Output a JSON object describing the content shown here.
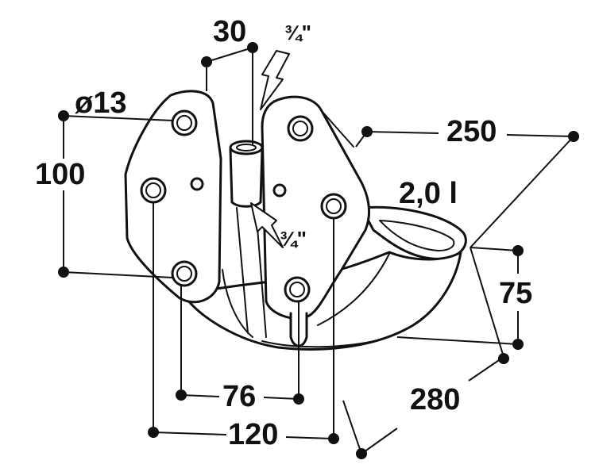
{
  "diagram": {
    "dimensions": {
      "pipe_width": "30",
      "inlet_top": "¾\"",
      "inlet_side": "¾\"",
      "hole_diameter": "ø13",
      "hole_spacing_vertical": "100",
      "width": "250",
      "capacity": "2,0 l",
      "bowl_height": "75",
      "depth": "280",
      "hole_spacing_small": "76",
      "hole_spacing_large": "120"
    },
    "colors": {
      "stroke": "#111111",
      "fill": "#ffffff"
    }
  }
}
